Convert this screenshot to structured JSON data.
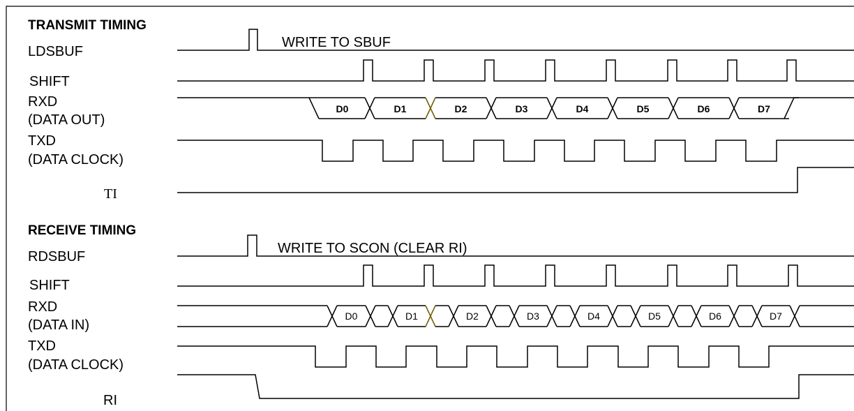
{
  "transmit": {
    "title": "TRANSMIT TIMING",
    "ldsbuf": "LDSBUF",
    "write_note": "WRITE TO SBUF",
    "shift": "SHIFT",
    "rxd": "RXD",
    "rxd_sub": "(DATA OUT)",
    "txd": "TXD",
    "txd_sub": "(DATA CLOCK)",
    "ti": "TI",
    "bits": [
      "D0",
      "D1",
      "D2",
      "D3",
      "D4",
      "D5",
      "D6",
      "D7"
    ]
  },
  "receive": {
    "title": "RECEIVE TIMING",
    "rdsbuf": "RDSBUF",
    "write_note": "WRITE TO SCON (CLEAR RI)",
    "shift": "SHIFT",
    "rxd": "RXD",
    "rxd_sub": "(DATA IN)",
    "txd": "TXD",
    "txd_sub": "(DATA CLOCK)",
    "ri": "RI",
    "bits": [
      "D0",
      "D1",
      "D2",
      "D3",
      "D4",
      "D5",
      "D6",
      "D7"
    ]
  }
}
